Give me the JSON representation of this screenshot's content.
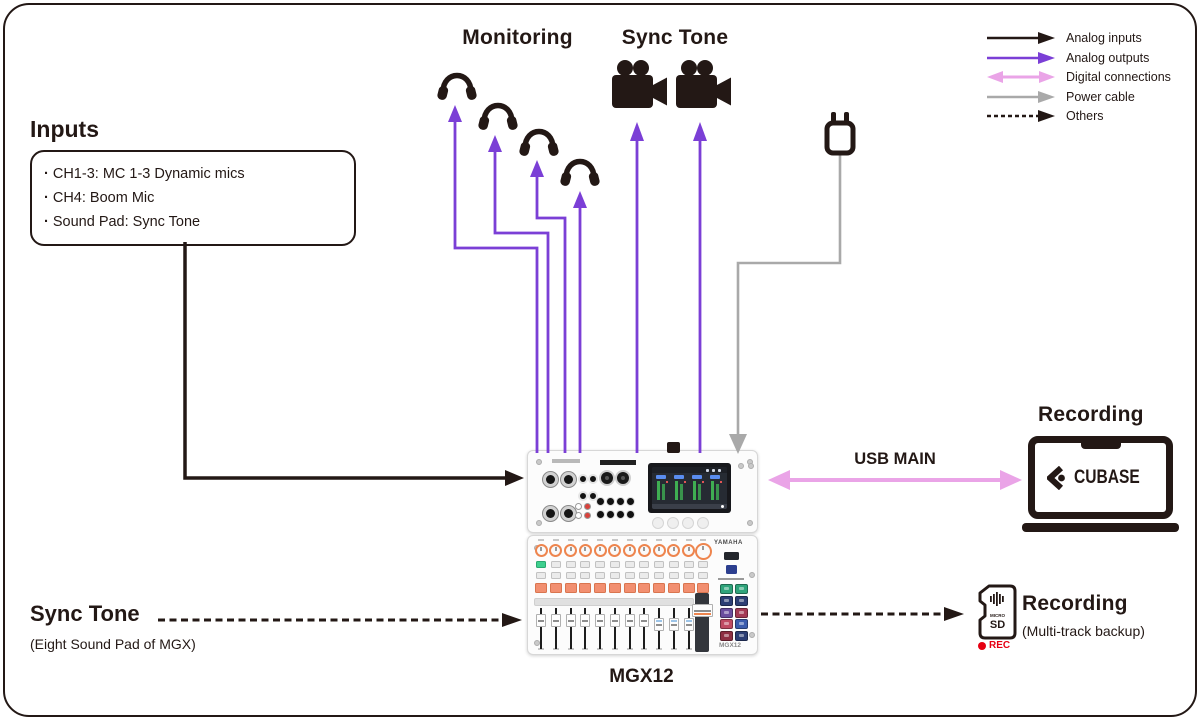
{
  "inputs": {
    "title": "Inputs",
    "items": [
      "CH1-3: MC 1-3 Dynamic mics",
      "CH4: Boom Mic",
      "Sound Pad: Sync Tone"
    ]
  },
  "monitoring": {
    "title": "Monitoring",
    "headphone_count": 4
  },
  "sync_tone_top": {
    "title": "Sync Tone",
    "camera_count": 2
  },
  "legend": {
    "items": [
      {
        "label": "Analog inputs",
        "type": "analog_input"
      },
      {
        "label": "Analog outputs",
        "type": "analog_output"
      },
      {
        "label": "Digital connections",
        "type": "digital"
      },
      {
        "label": "Power cable",
        "type": "power"
      },
      {
        "label": "Others",
        "type": "others"
      }
    ]
  },
  "usb": {
    "label": "USB MAIN"
  },
  "recording_daw": {
    "title": "Recording",
    "logo_text": "CUBASE"
  },
  "recording_sd": {
    "title": "Recording",
    "subtitle": "(Multi-track backup)",
    "card_micro": "MICRO",
    "card_sd": "SD",
    "rec_label": "REC"
  },
  "sync_tone_bottom": {
    "title": "Sync Tone",
    "subtitle": "(Eight Sound Pad of MGX)"
  },
  "mixer": {
    "caption": "MGX12",
    "brand": "YAMAHA",
    "panel_model": "MGX12",
    "pads": [
      [
        "#2fa47b",
        "#2fa47b"
      ],
      [
        "#2c3e74",
        "#2c3e74"
      ],
      [
        "#6a4e9e",
        "#a33a55"
      ],
      [
        "#bf4b63",
        "#3b5cad"
      ],
      [
        "#8e2e42",
        "#2c3e74"
      ]
    ]
  },
  "colors": {
    "ink": "#231815",
    "analog_output": "#7b3fd6",
    "digital": "#eaa4e7",
    "power": "#a9a9a9",
    "rec_red": "#e60012",
    "meter_green": "#3fae52",
    "knob_orange": "#ee854e",
    "pad_salmon": "#f28f70",
    "button_green": "#3ecf8e"
  }
}
